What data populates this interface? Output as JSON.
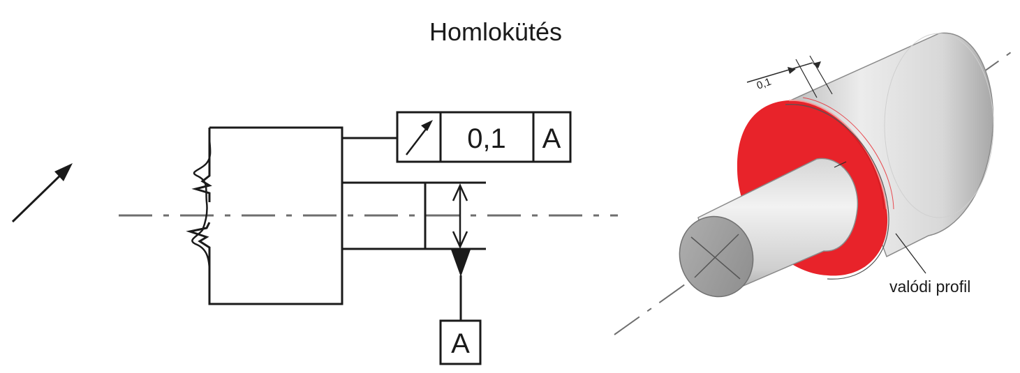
{
  "title": "Homlokütés",
  "frame": {
    "tolerance_value": "0,1",
    "datum_ref": "A"
  },
  "datum_box": "A",
  "iso_view": {
    "dimension": "0,1",
    "profile_label": "valódi profil"
  },
  "colors": {
    "ink": "#1a1a1a",
    "centerline": "#6e6e6e",
    "face_highlight": "#e8232a",
    "cylinder_light": "#e2e2e2",
    "cylinder_dark": "#9e9e9e"
  }
}
